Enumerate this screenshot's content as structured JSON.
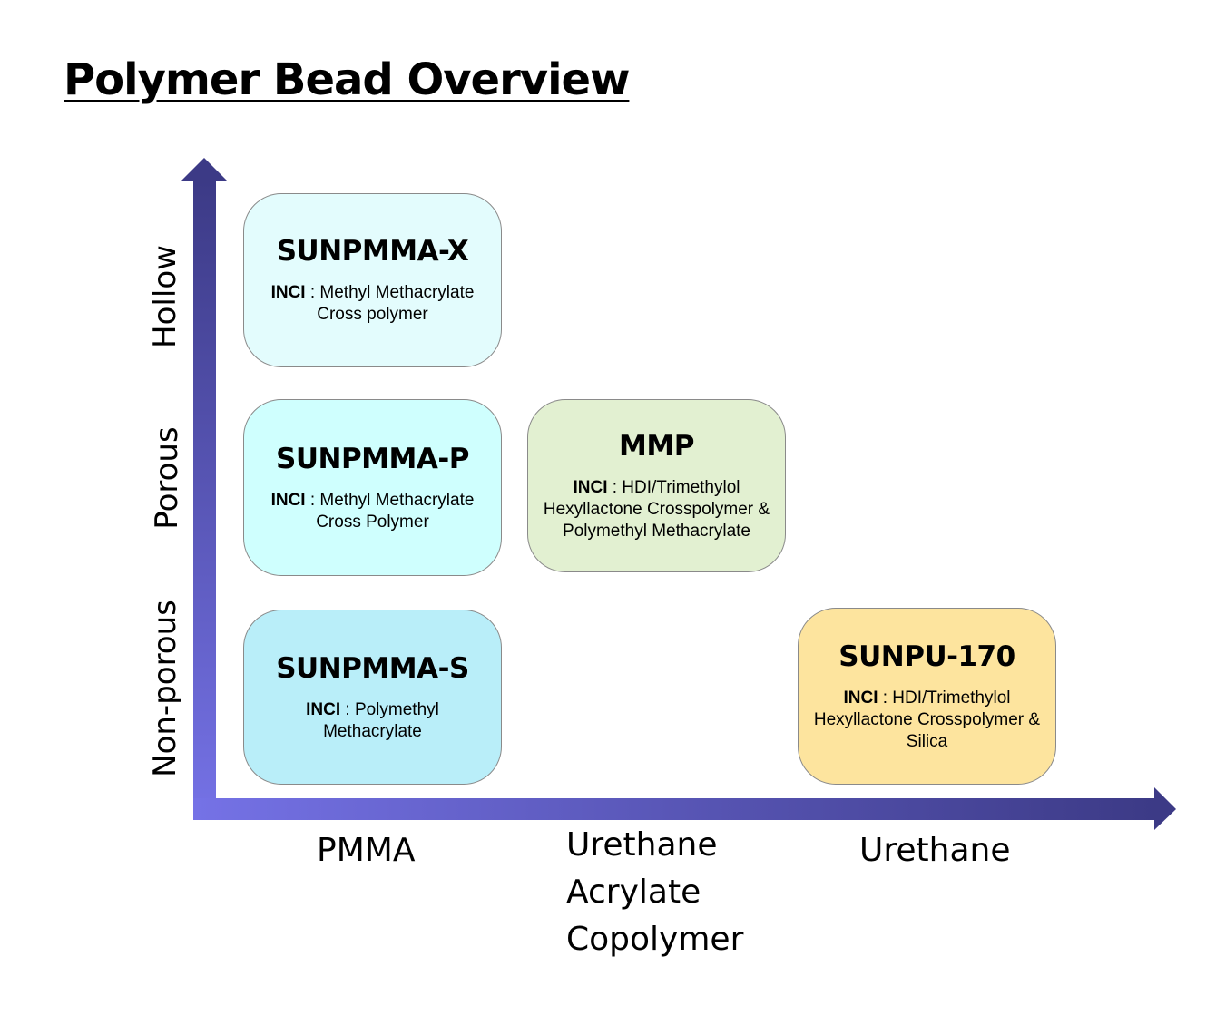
{
  "title": "Polymer Bead Overview",
  "colors": {
    "axis_light": "#7572e6",
    "axis_dark": "#3c3a86"
  },
  "y_axis": {
    "labels": [
      "Hollow",
      "Porous",
      "Non-porous"
    ]
  },
  "x_axis": {
    "labels": [
      "PMMA",
      "Urethane Acrylate Copolymer",
      "Urethane"
    ]
  },
  "products": [
    {
      "name": "SUNPMMA-X",
      "inci_label": "INCI",
      "inci_text": " : Methyl Methacrylate Cross polymer",
      "color": "#e3fcfd"
    },
    {
      "name": "SUNPMMA-P",
      "inci_label": "INCI",
      "inci_text": " : Methyl Methacrylate Cross Polymer",
      "color": "#cffffe"
    },
    {
      "name": "MMP",
      "inci_label": "INCI",
      "inci_text": " : HDI/Trimethylol Hexyllactone Crosspolymer & Polymethyl Methacrylate",
      "color": "#e2f0d1"
    },
    {
      "name": "SUNPMMA-S",
      "inci_label": "INCI",
      "inci_text": " : Polymethyl Methacrylate",
      "color": "#b9eef9"
    },
    {
      "name": "SUNPU-170",
      "inci_label": "INCI",
      "inci_text": " : HDI/Trimethylol Hexyllactone Crosspolymer & Silica",
      "color": "#fde49e"
    }
  ]
}
